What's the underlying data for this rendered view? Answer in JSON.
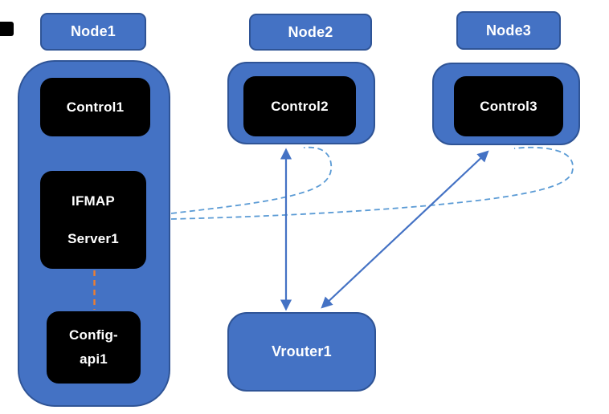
{
  "labels": {
    "node1": "Node1",
    "node2": "Node2",
    "node3": "Node3",
    "control1": "Control1",
    "control2": "Control2",
    "control3": "Control3",
    "ifmap_line1": "IFMAP",
    "ifmap_line2": "Server1",
    "config_line1": "Config-",
    "config_line2": "api1",
    "vrouter": "Vrouter1"
  },
  "colors": {
    "shape_blue": "#4472C4",
    "shape_border": "#2F5496",
    "box_black": "#000000",
    "text_white": "#FFFFFF",
    "dashed_blue": "#5B9BD5",
    "arrow_blue": "#4472C4",
    "dashed_orange": "#ED7D31"
  },
  "edges": [
    {
      "from": "IFMAP Server1",
      "to": "Control2",
      "style": "dashed-curve",
      "color": "#5B9BD5"
    },
    {
      "from": "IFMAP Server1",
      "to": "Control3",
      "style": "dashed-curve",
      "color": "#5B9BD5"
    },
    {
      "from": "IFMAP Server1",
      "to": "Config-api1",
      "style": "dashed-line",
      "color": "#ED7D31"
    },
    {
      "from": "Vrouter1",
      "to": "Control2",
      "style": "solid-double-arrow",
      "color": "#4472C4"
    },
    {
      "from": "Vrouter1",
      "to": "Control3",
      "style": "solid-double-arrow",
      "color": "#4472C4"
    }
  ]
}
